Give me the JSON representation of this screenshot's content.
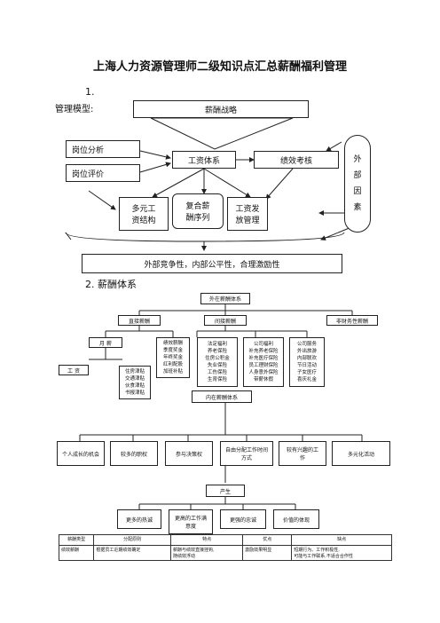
{
  "doc": {
    "title": "上海人力资源管理师二级知识点汇总薪酬福利管理",
    "section1_num": "1.",
    "section1_label": "管理模型:",
    "section2": "2. 薪酬体系"
  },
  "model": {
    "strategy": "薪酬战略",
    "job_analysis": "岗位分析",
    "job_evaluation": "岗位评价",
    "wage_system": "工资体系",
    "performance": "绩效考核",
    "external": "外\n部\n因\n素",
    "multi_wage": "多元工\n资结构",
    "composite_salary": "复合薪\n酬序列",
    "wage_release": "工资发\n放管理",
    "principles": "外部竞争性，内部公平性，合理激励性"
  },
  "system": {
    "external_root": "外在薪酬体系",
    "direct": "直接薪酬",
    "indirect": "间接薪酬",
    "non_financial": "非财务性薪酬",
    "monthly": "月  薪",
    "wage": "工  资",
    "allowance": "住房津贴\n交通津贴\n伙食津贴\n书报津贴",
    "performance_pay": "绩效薪酬\n季度奖金\n年终奖金\n红利配股\n加班补贴",
    "statutory": "法定福利\n养老保险\n住房公积金\n失业保险\n工伤保险\n生育保险",
    "company_benefits": "公司福利\n补充养老保险\n补充医疗保险\n员工理财保险\n人身意外保险\n带薪休假",
    "company_services": "公司服务\n外出旅游\n内部联欢\n节日活动\n子女医疗\n喜庆礼金",
    "internal_root": "内在薪酬体系",
    "internal_items": [
      "个人成长的机会",
      "较多的职权",
      "参与决策权",
      "自由分配工作时间方式",
      "较有兴趣的工作",
      "多元化活动"
    ],
    "produce": "产生",
    "outcomes": [
      "更多的热诚",
      "更高的工作满意度",
      "更强的忠诚",
      "价值的体现"
    ]
  },
  "table": {
    "headers": [
      "薪酬类型",
      "分配原则",
      "特点",
      "优点",
      "缺点"
    ],
    "rows": [
      [
        "绩效薪酬",
        "根据员工近期绩效确定",
        "薪酬与绩效直接挂钩,\n随绩效浮动",
        "激励效果明显",
        "短期行为、工作积极性,\n可能与工作联系,不适合合作性"
      ]
    ]
  }
}
